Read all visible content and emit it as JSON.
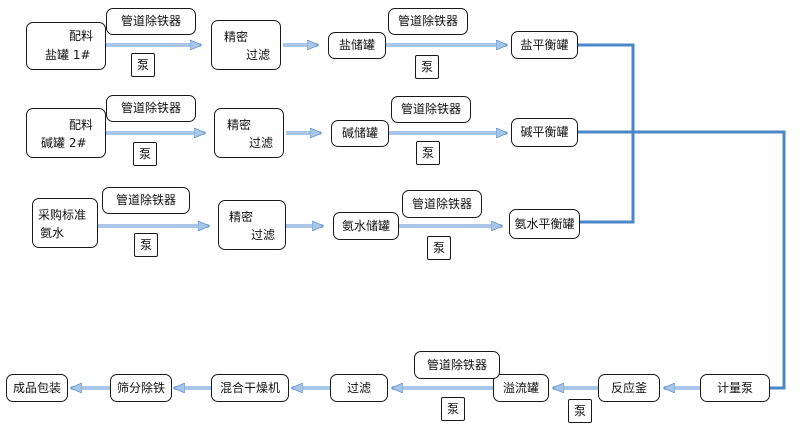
{
  "row1": {
    "tank_line1": "配料",
    "tank_line2": "盐罐  1#",
    "remover": "管道除铁器",
    "pump": "泵",
    "filter_line1": "精密",
    "filter_line2": "过滤",
    "storage": "盐储罐",
    "remover2": "管道除铁器",
    "pump2": "泵",
    "balance": "盐平衡罐"
  },
  "row2": {
    "tank_line1": "配料",
    "tank_line2": "碱罐  2#",
    "remover": "管道除铁器",
    "pump": "泵",
    "filter_line1": "精密",
    "filter_line2": "过滤",
    "storage": "碱储罐",
    "remover2": "管道除铁器",
    "pump2": "泵",
    "balance": "碱平衡罐"
  },
  "row3": {
    "tank_line1": "采购标准",
    "tank_line2": "氨水",
    "remover": "管道除铁器",
    "pump": "泵",
    "filter_line1": "精密",
    "filter_line2": "过滤",
    "storage": "氨水储罐",
    "remover2": "管道除铁器",
    "pump2": "泵",
    "balance": "氨水平衡罐"
  },
  "bottom": {
    "metering_pump": "计量泵",
    "reactor": "反应釜",
    "pump_a": "泵",
    "overflow": "溢流罐",
    "remover": "管道除铁器",
    "pump_b": "泵",
    "filter": "过滤",
    "dryer": "混合干燥机",
    "sieve": "筛分除铁",
    "packaging": "成品包装"
  },
  "colors": {
    "pipe": "#4a86c8",
    "arrow_fill": "#a9c6e8",
    "border": "#1a1a1a"
  }
}
